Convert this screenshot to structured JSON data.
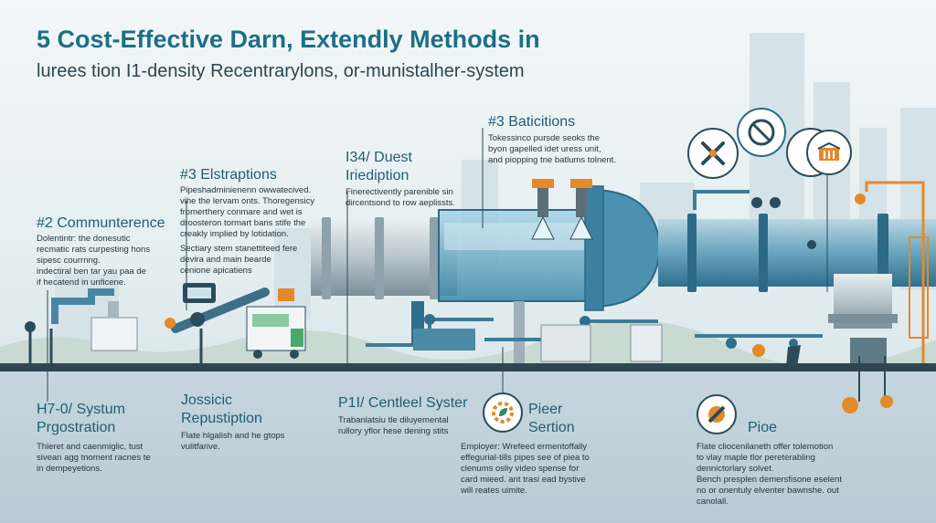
{
  "title": "5 Cost-Effective Darn, Extendly Methods in",
  "subtitle": "lurees tion I1-density Recentrarylons, or-munistalher-system",
  "sections": {
    "comm": {
      "heading": "#2 Communterence",
      "lines": [
        "Dolentintr: the donesutic",
        "recmatic rats curpesting hons",
        "sipesc courrnng.",
        "indectiral ben tar yau paa de",
        "if hecatend in unficene."
      ]
    },
    "elstr": {
      "heading": "#3 Elstraptions",
      "lines": [
        "Pipeshadminienenn owwatecived.",
        "vihe the lervam onts. Thoregensicy",
        "fromerthery conmare and wet is",
        "droosteron tormart bans stife the",
        "creakly implied by lotidation.",
        "Sectiary stem stanettiteed fere",
        "devira and main bearde",
        "cenione apicatiens"
      ]
    },
    "duest": {
      "heading_1": "I34/ Duest",
      "heading_2": "Iriediption",
      "lines": [
        "Finerectivently parenible sin",
        "dircentsond to row aeplissts."
      ]
    },
    "batic": {
      "heading": "#3 Baticitions",
      "lines": [
        "Tokessinco pursde seoks the",
        "byon gapelled idet uress unit,",
        "and piopping tne batlums tolnent."
      ]
    },
    "system": {
      "heading_1": "H7-0/ Systum",
      "heading_2": "Prgostration",
      "lines": [
        "Thieret and caenmiglic, tust",
        "sivean agg tnoment racnes te",
        "in dempeyetions."
      ]
    },
    "jossic": {
      "heading_1": "Jossicic",
      "heading_2": "Repustiption",
      "lines": [
        "Flate hlgalish and he gtops",
        "vulitfarive."
      ]
    },
    "centleel": {
      "heading": "P1I/ Centleel Syster",
      "lines": [
        "Trabanlatsiu tle diluyemental",
        "rullory yflor hese dening stits"
      ]
    },
    "pieer": {
      "heading_1": "Pieer",
      "heading_2": "Sertion",
      "lines": [
        "Employer: Wrefeed ermentoffally",
        "effegurial-tills pipes see of piea to",
        "clenums osliy video spense for",
        "card mieed. ant trasi ead bystive",
        "will reates uimite."
      ]
    },
    "pioe": {
      "heading": "Pioe",
      "lines": [
        "Flate cliocenilaneth offer tolemotion",
        "to vlay maple tlor pereterabling",
        "dennictorlary solvet.",
        "Bench presplen demersfisone eselent",
        "no or onentuly elventer bawnshe. out",
        "canolall."
      ]
    }
  },
  "icons": [
    "tools-icon",
    "no-entry-icon",
    "gauge-icon",
    "building-icon",
    "leaf-gear-icon",
    "tools-gear-icon"
  ],
  "colors": {
    "title": "#1d6f86",
    "pipe": "#3d8aa8",
    "accent": "#e48a2a",
    "dark": "#2b4b5a"
  }
}
